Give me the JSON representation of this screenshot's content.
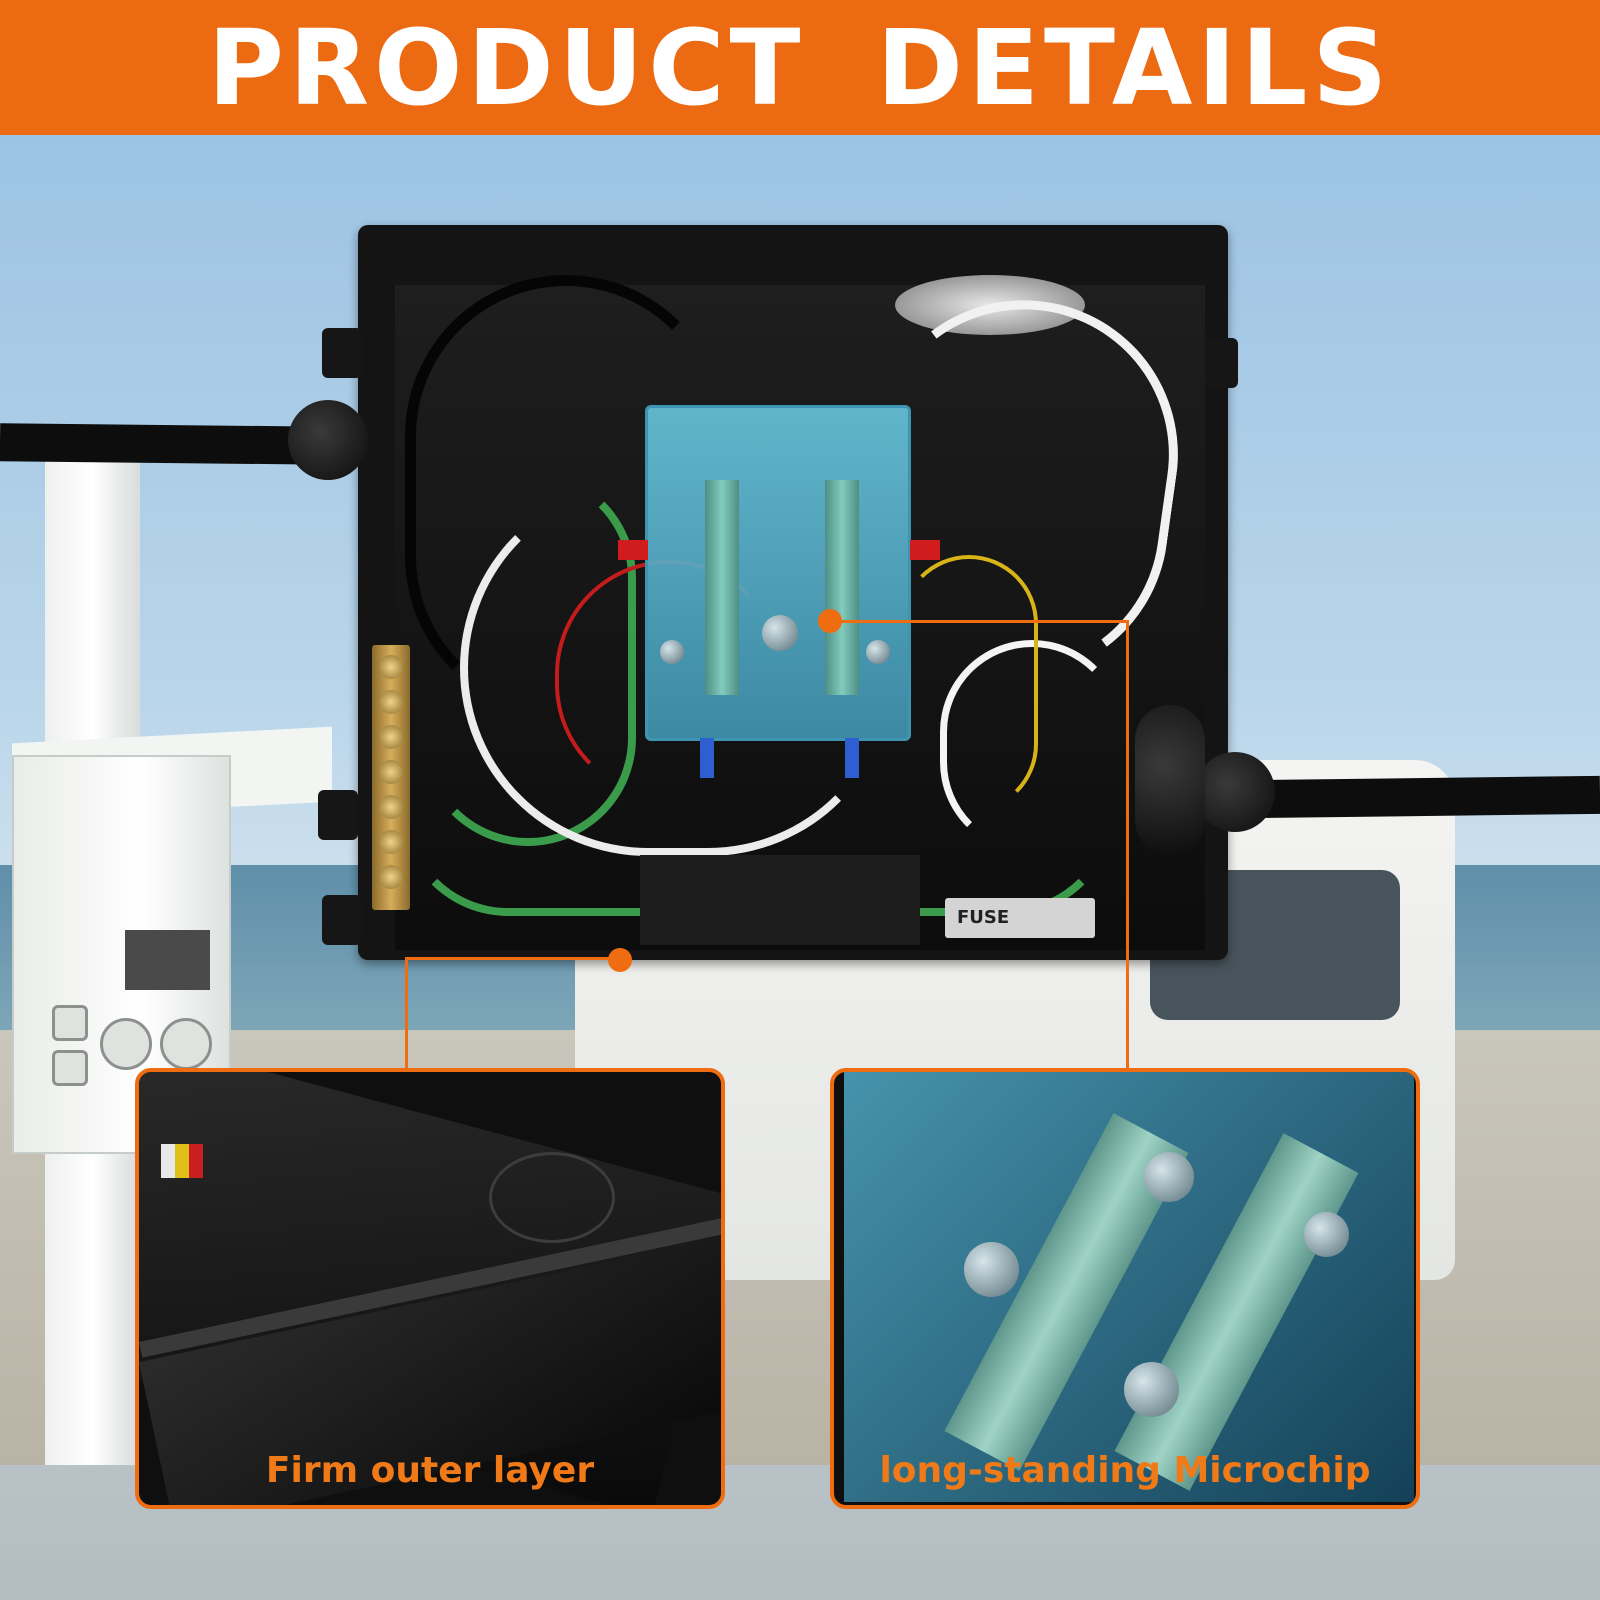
{
  "banner": {
    "title": "PRODUCT DETAILS",
    "background_color": "#ec6a12",
    "text_color": "#ffffff"
  },
  "product_photo": {
    "fuse_label": "FUSE"
  },
  "callouts": [
    {
      "caption": "Firm outer layer",
      "accent_color": "#ef6d10"
    },
    {
      "caption": "long-standing Microchip",
      "accent_color": "#ef6d10"
    }
  ]
}
